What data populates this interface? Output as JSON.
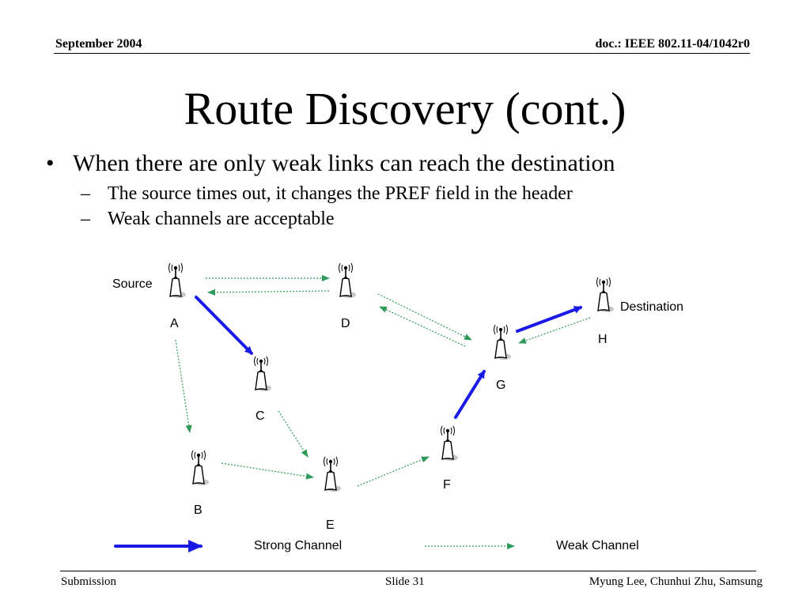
{
  "header": {
    "date": "September 2004",
    "doc": "doc.: IEEE 802.11-04/1042r0"
  },
  "title": "Route Discovery (cont.)",
  "bullets": {
    "main": "When there are only weak links can reach the destination",
    "sub1": "The source times out, it changes the PREF field in the header",
    "sub2": "Weak channels are acceptable"
  },
  "diagram": {
    "nodes": {
      "A": "A",
      "B": "B",
      "C": "C",
      "D": "D",
      "E": "E",
      "F": "F",
      "G": "G",
      "H": "H"
    },
    "source_label": "Source",
    "destination_label": "Destination",
    "legend": {
      "strong": "Strong Channel",
      "weak": "Weak Channel"
    },
    "colors": {
      "strong": "#1a1ae6",
      "weak": "#2e9a5a"
    }
  },
  "footer": {
    "left": "Submission",
    "center": "Slide 31",
    "right": "Myung Lee, Chunhui Zhu, Samsung"
  }
}
